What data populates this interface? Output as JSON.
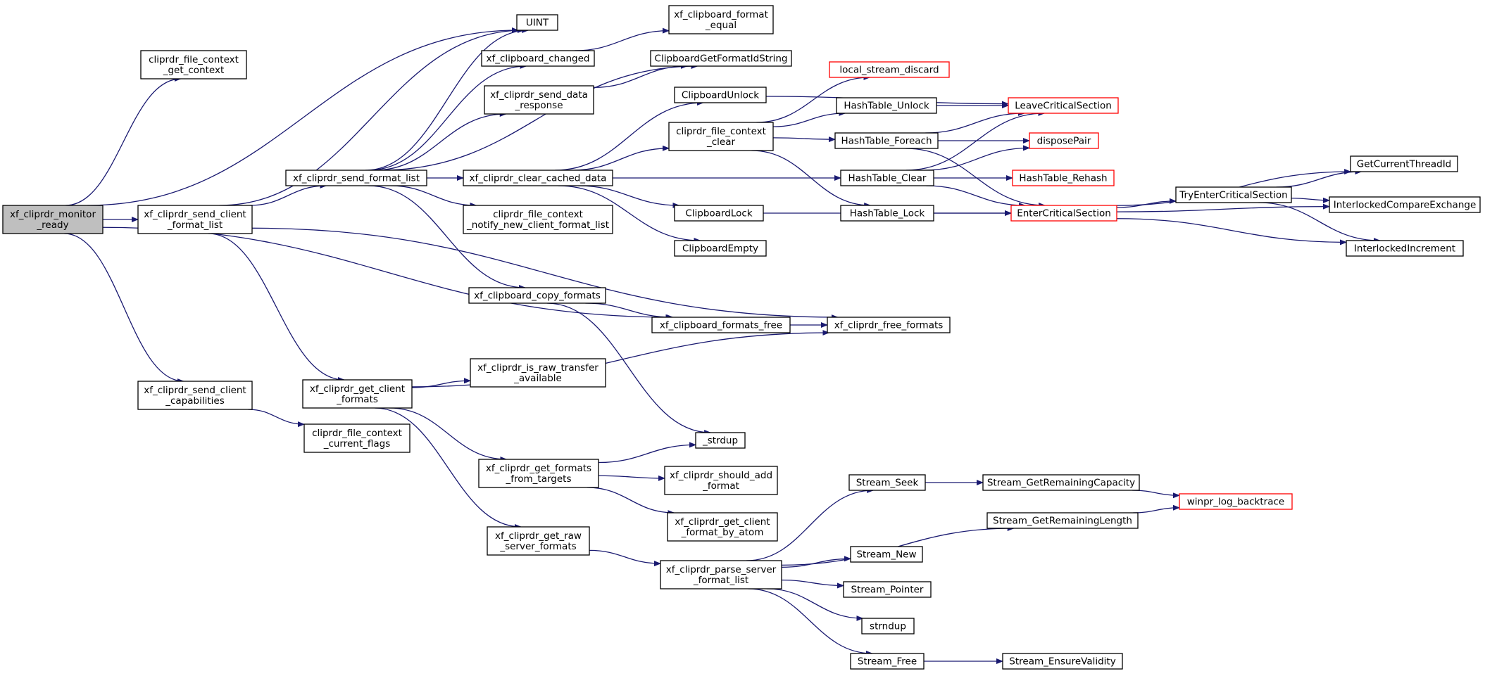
{
  "graph": {
    "colors": {
      "edge": "#191970",
      "node_border": "#000000",
      "node_border_external": "#ff0000",
      "root_fill": "#bfbfbf",
      "node_fill": "#ffffff",
      "text": "#000000"
    },
    "nodes": [
      {
        "id": "monitor_ready",
        "lines": [
          "xf_cliprdr_monitor",
          "_ready"
        ],
        "root": true
      },
      {
        "id": "file_ctx_get",
        "lines": [
          "cliprdr_file_context",
          "_get_context"
        ]
      },
      {
        "id": "uint",
        "lines": [
          "UINT"
        ]
      },
      {
        "id": "send_client_format_list",
        "lines": [
          "xf_cliprdr_send_client",
          "_format_list"
        ]
      },
      {
        "id": "send_client_caps",
        "lines": [
          "xf_cliprdr_send_client",
          "_capabilities"
        ]
      },
      {
        "id": "send_format_list",
        "lines": [
          "xf_cliprdr_send_format_list"
        ]
      },
      {
        "id": "get_client_formats",
        "lines": [
          "xf_cliprdr_get_client",
          "_formats"
        ]
      },
      {
        "id": "file_ctx_flags",
        "lines": [
          "cliprdr_file_context",
          "_current_flags"
        ]
      },
      {
        "id": "clipboard_changed",
        "lines": [
          "xf_clipboard_changed"
        ]
      },
      {
        "id": "send_data_response",
        "lines": [
          "xf_cliprdr_send_data",
          "_response"
        ]
      },
      {
        "id": "clear_cached_data",
        "lines": [
          "xf_cliprdr_clear_cached_data"
        ]
      },
      {
        "id": "notify_new",
        "lines": [
          "cliprdr_file_context",
          "_notify_new_client_format_list"
        ]
      },
      {
        "id": "copy_formats",
        "lines": [
          "xf_clipboard_copy_formats"
        ]
      },
      {
        "id": "formats_free",
        "lines": [
          "xf_clipboard_formats_free"
        ]
      },
      {
        "id": "free_formats",
        "lines": [
          "xf_cliprdr_free_formats"
        ]
      },
      {
        "id": "is_raw",
        "lines": [
          "xf_cliprdr_is_raw_transfer",
          "_available"
        ]
      },
      {
        "id": "get_formats_targets",
        "lines": [
          "xf_cliprdr_get_formats",
          "_from_targets"
        ]
      },
      {
        "id": "get_raw_server",
        "lines": [
          "xf_cliprdr_get_raw",
          "_server_formats"
        ]
      },
      {
        "id": "strdup",
        "lines": [
          "_strdup"
        ]
      },
      {
        "id": "should_add",
        "lines": [
          "xf_cliprdr_should_add",
          "_format"
        ]
      },
      {
        "id": "by_atom",
        "lines": [
          "xf_cliprdr_get_client",
          "_format_by_atom"
        ]
      },
      {
        "id": "parse_server",
        "lines": [
          "xf_cliprdr_parse_server",
          "_format_list"
        ]
      },
      {
        "id": "format_equal",
        "lines": [
          "xf_clipboard_format",
          "_equal"
        ]
      },
      {
        "id": "get_format_id_string",
        "lines": [
          "ClipboardGetFormatIdString"
        ]
      },
      {
        "id": "clipboard_unlock",
        "lines": [
          "ClipboardUnlock"
        ]
      },
      {
        "id": "file_ctx_clear",
        "lines": [
          "cliprdr_file_context",
          "_clear"
        ]
      },
      {
        "id": "clipboard_lock",
        "lines": [
          "ClipboardLock"
        ]
      },
      {
        "id": "clipboard_empty",
        "lines": [
          "ClipboardEmpty"
        ]
      },
      {
        "id": "local_stream_discard",
        "lines": [
          "local_stream_discard"
        ],
        "external": true
      },
      {
        "id": "ht_unlock",
        "lines": [
          "HashTable_Unlock"
        ]
      },
      {
        "id": "ht_foreach",
        "lines": [
          "HashTable_Foreach"
        ]
      },
      {
        "id": "ht_clear",
        "lines": [
          "HashTable_Clear"
        ]
      },
      {
        "id": "ht_lock",
        "lines": [
          "HashTable_Lock"
        ]
      },
      {
        "id": "leave_cs",
        "lines": [
          "LeaveCriticalSection"
        ],
        "external": true
      },
      {
        "id": "dispose_pair",
        "lines": [
          "disposePair"
        ],
        "external": true
      },
      {
        "id": "ht_rehash",
        "lines": [
          "HashTable_Rehash"
        ],
        "external": true
      },
      {
        "id": "enter_cs",
        "lines": [
          "EnterCriticalSection"
        ],
        "external": true
      },
      {
        "id": "try_enter_cs",
        "lines": [
          "TryEnterCriticalSection"
        ]
      },
      {
        "id": "get_thread_id",
        "lines": [
          "GetCurrentThreadId"
        ]
      },
      {
        "id": "interlocked_cmp",
        "lines": [
          "InterlockedCompareExchange"
        ]
      },
      {
        "id": "interlocked_inc",
        "lines": [
          "InterlockedIncrement"
        ]
      },
      {
        "id": "stream_seek",
        "lines": [
          "Stream_Seek"
        ]
      },
      {
        "id": "remaining_capacity",
        "lines": [
          "Stream_GetRemainingCapacity"
        ]
      },
      {
        "id": "remaining_length",
        "lines": [
          "Stream_GetRemainingLength"
        ]
      },
      {
        "id": "log_backtrace",
        "lines": [
          "winpr_log_backtrace"
        ],
        "external": true
      },
      {
        "id": "stream_new",
        "lines": [
          "Stream_New"
        ]
      },
      {
        "id": "stream_pointer",
        "lines": [
          "Stream_Pointer"
        ]
      },
      {
        "id": "strndup",
        "lines": [
          "strndup"
        ]
      },
      {
        "id": "stream_free",
        "lines": [
          "Stream_Free"
        ]
      },
      {
        "id": "ensure_validity",
        "lines": [
          "Stream_EnsureValidity"
        ]
      }
    ],
    "edges": [
      [
        "monitor_ready",
        "file_ctx_get"
      ],
      [
        "monitor_ready",
        "uint"
      ],
      [
        "monitor_ready",
        "send_client_format_list"
      ],
      [
        "monitor_ready",
        "formats_free"
      ],
      [
        "monitor_ready",
        "send_client_caps"
      ],
      [
        "send_client_format_list",
        "uint"
      ],
      [
        "send_client_format_list",
        "send_format_list"
      ],
      [
        "send_client_format_list",
        "free_formats"
      ],
      [
        "send_client_format_list",
        "get_client_formats"
      ],
      [
        "send_client_caps",
        "file_ctx_flags"
      ],
      [
        "send_format_list",
        "uint"
      ],
      [
        "send_format_list",
        "clipboard_changed"
      ],
      [
        "send_format_list",
        "send_data_response"
      ],
      [
        "send_format_list",
        "get_format_id_string"
      ],
      [
        "send_format_list",
        "clear_cached_data"
      ],
      [
        "send_format_list",
        "notify_new"
      ],
      [
        "send_format_list",
        "copy_formats"
      ],
      [
        "clipboard_changed",
        "format_equal"
      ],
      [
        "send_data_response",
        "get_format_id_string"
      ],
      [
        "clear_cached_data",
        "clipboard_unlock"
      ],
      [
        "clear_cached_data",
        "file_ctx_clear"
      ],
      [
        "clear_cached_data",
        "ht_clear"
      ],
      [
        "clear_cached_data",
        "clipboard_lock"
      ],
      [
        "clear_cached_data",
        "clipboard_empty"
      ],
      [
        "clipboard_unlock",
        "leave_cs"
      ],
      [
        "file_ctx_clear",
        "local_stream_discard"
      ],
      [
        "file_ctx_clear",
        "ht_unlock"
      ],
      [
        "file_ctx_clear",
        "ht_foreach"
      ],
      [
        "file_ctx_clear",
        "ht_lock"
      ],
      [
        "clipboard_lock",
        "enter_cs"
      ],
      [
        "ht_unlock",
        "leave_cs"
      ],
      [
        "ht_foreach",
        "leave_cs"
      ],
      [
        "ht_foreach",
        "dispose_pair"
      ],
      [
        "ht_foreach",
        "enter_cs"
      ],
      [
        "ht_clear",
        "leave_cs"
      ],
      [
        "ht_clear",
        "dispose_pair"
      ],
      [
        "ht_clear",
        "ht_rehash"
      ],
      [
        "ht_clear",
        "enter_cs"
      ],
      [
        "ht_lock",
        "enter_cs"
      ],
      [
        "enter_cs",
        "get_thread_id"
      ],
      [
        "enter_cs",
        "try_enter_cs"
      ],
      [
        "enter_cs",
        "interlocked_cmp"
      ],
      [
        "enter_cs",
        "interlocked_inc"
      ],
      [
        "try_enter_cs",
        "get_thread_id"
      ],
      [
        "try_enter_cs",
        "interlocked_cmp"
      ],
      [
        "try_enter_cs",
        "interlocked_inc"
      ],
      [
        "copy_formats",
        "formats_free"
      ],
      [
        "copy_formats",
        "strdup"
      ],
      [
        "formats_free",
        "free_formats"
      ],
      [
        "get_client_formats",
        "is_raw"
      ],
      [
        "get_client_formats",
        "free_formats"
      ],
      [
        "get_client_formats",
        "get_formats_targets"
      ],
      [
        "get_client_formats",
        "get_raw_server"
      ],
      [
        "get_formats_targets",
        "strdup"
      ],
      [
        "get_formats_targets",
        "should_add"
      ],
      [
        "get_formats_targets",
        "by_atom"
      ],
      [
        "get_raw_server",
        "parse_server"
      ],
      [
        "parse_server",
        "stream_seek"
      ],
      [
        "parse_server",
        "remaining_length"
      ],
      [
        "parse_server",
        "stream_new"
      ],
      [
        "parse_server",
        "stream_pointer"
      ],
      [
        "parse_server",
        "strndup"
      ],
      [
        "parse_server",
        "stream_free"
      ],
      [
        "stream_seek",
        "remaining_capacity"
      ],
      [
        "remaining_capacity",
        "log_backtrace"
      ],
      [
        "remaining_length",
        "log_backtrace"
      ],
      [
        "stream_free",
        "ensure_validity"
      ]
    ]
  }
}
